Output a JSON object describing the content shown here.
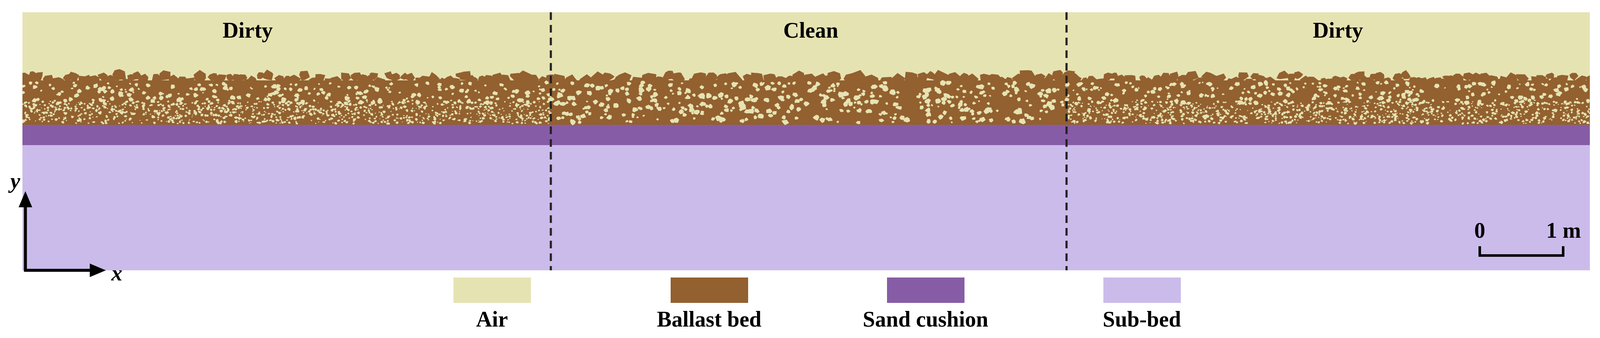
{
  "diagram": {
    "labels": [
      "Dirty",
      "Clean",
      "Dirty",
      "y",
      "x",
      "0",
      "1 m"
    ],
    "legend": [
      {
        "text": "Air",
        "color": "#e6e3b3"
      },
      {
        "text": "Ballast bed",
        "color": "#93602f"
      },
      {
        "text": "Sand cushion",
        "color": "#875ca6"
      },
      {
        "text": "Sub-bed",
        "color": "#cbbbea"
      }
    ]
  }
}
